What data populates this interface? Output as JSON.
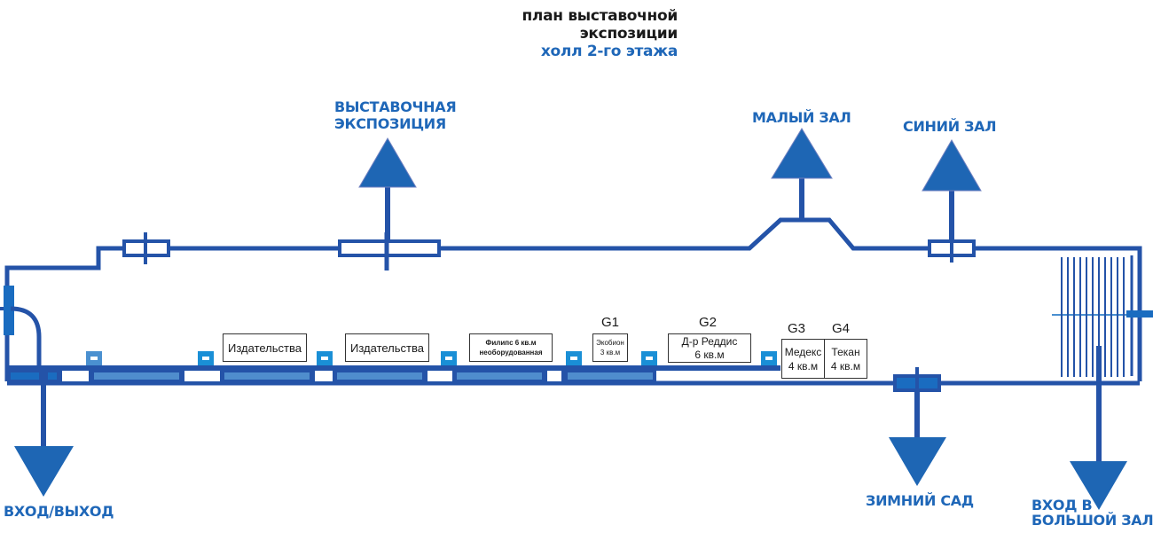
{
  "title": {
    "line1": "план выставочной",
    "line2": "экспозиции",
    "line3": "холл 2-го этажа"
  },
  "colors": {
    "wall": "#2453a8",
    "accent": "#1f67b8",
    "arrow": "#1e66b4",
    "counter": "#4f8dcd",
    "socket": "#1a8fd6",
    "text_dark": "#1a1a1a"
  },
  "directions": {
    "exhibition": {
      "line1": "ВЫСТАВОЧНАЯ",
      "line2": "ЭКСПОЗИЦИЯ"
    },
    "small_hall": "МАЛЫЙ ЗАЛ",
    "blue_hall": "СИНИЙ ЗАЛ",
    "entrance_exit": "ВХОД/ВЫХОД",
    "winter_garden": "ЗИМНИЙ САД",
    "big_hall": {
      "line1": "ВХОД В",
      "line2": "БОЛЬШОЙ ЗАЛ"
    }
  },
  "booths": [
    {
      "id": "publishers-1",
      "line1": "Издательства",
      "line2": ""
    },
    {
      "id": "publishers-2",
      "line1": "Издательства",
      "line2": ""
    },
    {
      "id": "philips",
      "line1": "Филипс 6 кв.м",
      "line2": "необорудованная"
    },
    {
      "id": "g1",
      "code": "G1",
      "line1": "Экобион",
      "line2": "3 кв.м"
    },
    {
      "id": "g2",
      "code": "G2",
      "line1": "Д-р Реддис",
      "line2": "6 кв.м"
    },
    {
      "id": "g3",
      "code": "G3",
      "line1": "Медекс",
      "line2": "4 кв.м"
    },
    {
      "id": "g4",
      "code": "G4",
      "line1": "Текан",
      "line2": "4 кв.м"
    }
  ]
}
